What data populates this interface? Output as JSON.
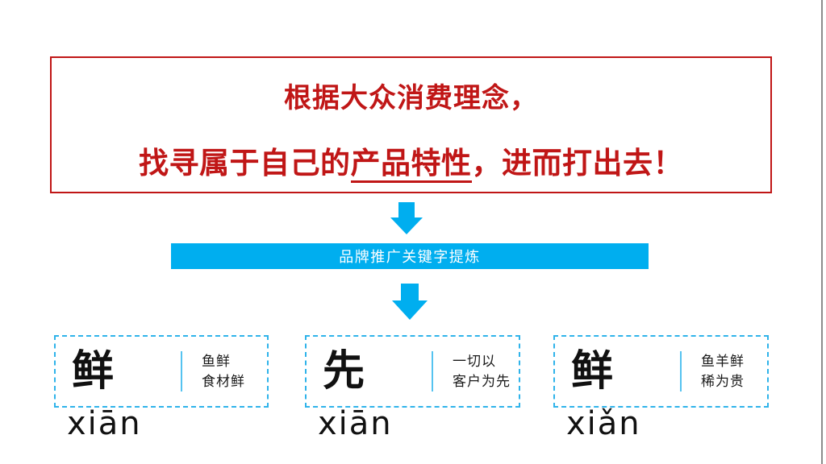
{
  "slide": {
    "header_box": {
      "line1": "根据大众消费理念，",
      "line2_prefix": "找寻属于自己的",
      "line2_emphasis": "产品特性",
      "line2_suffix": "，进而打出去！"
    },
    "banner": {
      "label": "品牌推广关键字提炼"
    },
    "keywords": [
      {
        "character": "鲜",
        "pinyin": "xiān",
        "notes": [
          "鱼鲜",
          "食材鲜"
        ]
      },
      {
        "character": "先",
        "pinyin": "xiān",
        "notes": [
          "一切以",
          "客户为先"
        ]
      },
      {
        "character": "鲜",
        "pinyin": "xiǎn",
        "notes": [
          "鱼羊鲜",
          "稀为贵"
        ]
      }
    ],
    "icons": {
      "down_arrow": "down-arrow"
    },
    "colors": {
      "red": "#c01616",
      "banner_blue": "#00aeef",
      "dashed_border_blue": "#2fb3ea",
      "divider_blue": "#55c3f0",
      "edge_gray": "#8c8c8c",
      "text_black": "#111111",
      "banner_text": "#ffffff"
    }
  }
}
